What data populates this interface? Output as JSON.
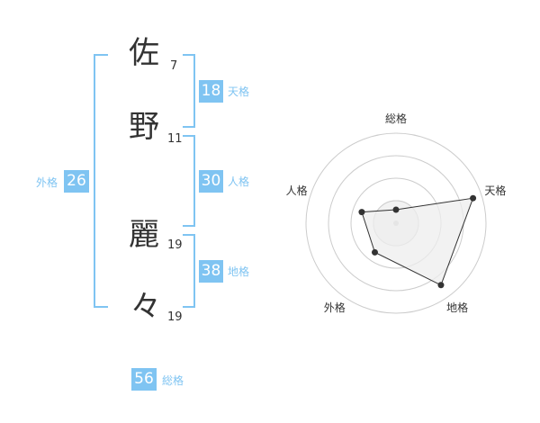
{
  "name": {
    "characters": [
      {
        "char": "佐",
        "strokes": "7"
      },
      {
        "char": "野",
        "strokes": "11"
      },
      {
        "char": "麗",
        "strokes": "19"
      },
      {
        "char": "々",
        "strokes": "19"
      }
    ]
  },
  "fortunes": {
    "tenkaku": {
      "label": "天格",
      "value": "18"
    },
    "jinkaku": {
      "label": "人格",
      "value": "30"
    },
    "chikaku": {
      "label": "地格",
      "value": "38"
    },
    "gaikaku": {
      "label": "外格",
      "value": "26"
    },
    "soukaku": {
      "label": "総格",
      "value": "56"
    }
  },
  "chart_data": {
    "type": "radar",
    "axes": [
      "総格",
      "天格",
      "地格",
      "外格",
      "人格"
    ],
    "rings": 4,
    "values": [
      0.15,
      0.9,
      0.85,
      0.4,
      0.4
    ],
    "colors": {
      "fill": "#eeeeee",
      "line": "#333333",
      "ring": "#cccccc",
      "point": "#333333"
    }
  },
  "colors": {
    "accent": "#7fc4f2",
    "text": "#333333"
  }
}
